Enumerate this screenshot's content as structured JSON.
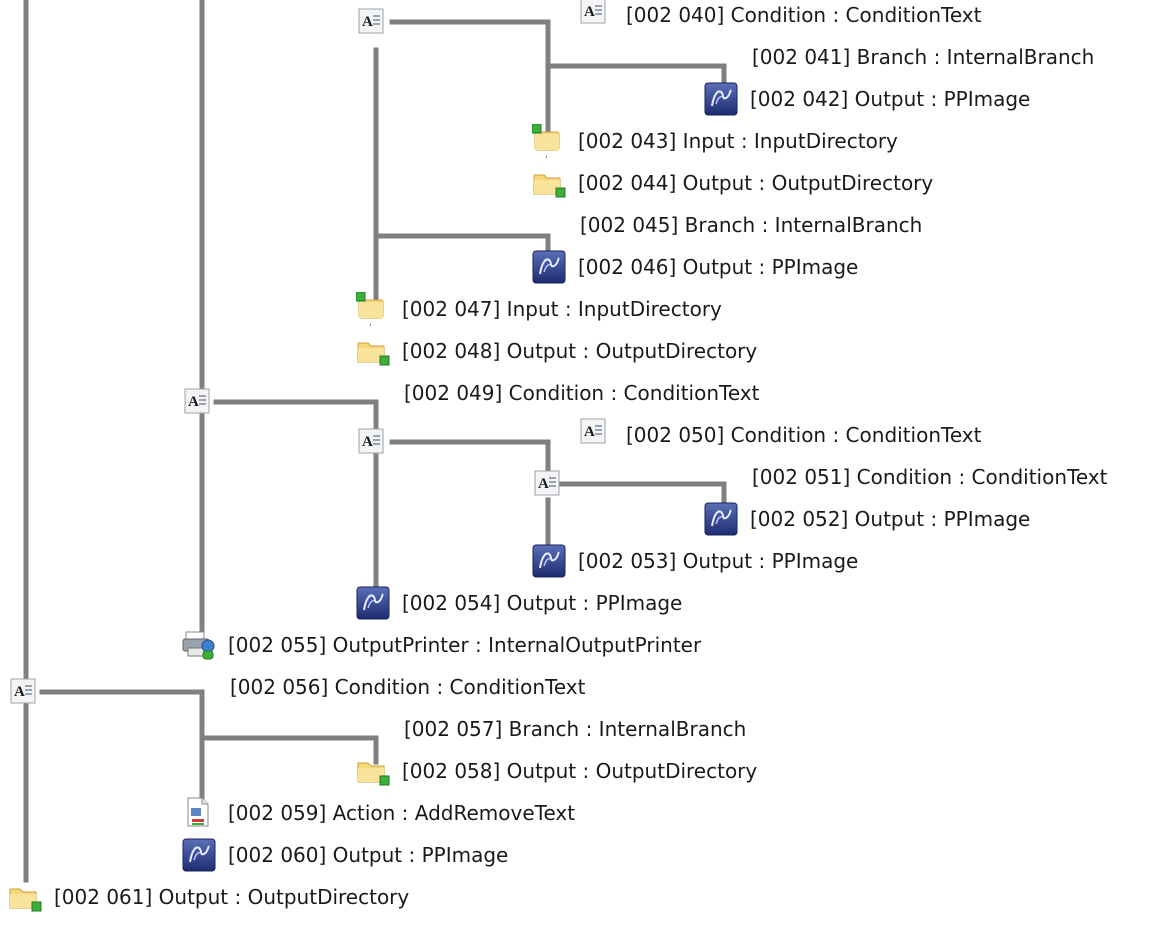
{
  "colors": {
    "connector": "#808080",
    "label": "#1a1a1a"
  },
  "nodes": [
    {
      "id": "n040",
      "icon": "condition-text-icon",
      "label": "[002  040] Condition : ConditionText"
    },
    {
      "id": "n041",
      "icon": "",
      "label": "[002  041] Branch : InternalBranch"
    },
    {
      "id": "n042",
      "icon": "ppimage-output-icon",
      "label": "[002  042] Output : PPImage"
    },
    {
      "id": "n043",
      "icon": "input-directory-icon",
      "label": "[002  043] Input : InputDirectory"
    },
    {
      "id": "n044",
      "icon": "output-directory-icon",
      "label": "[002  044] Output : OutputDirectory"
    },
    {
      "id": "n045",
      "icon": "",
      "label": "[002  045] Branch : InternalBranch"
    },
    {
      "id": "n046",
      "icon": "ppimage-output-icon",
      "label": "[002  046] Output : PPImage"
    },
    {
      "id": "n047",
      "icon": "input-directory-icon",
      "label": "[002  047] Input : InputDirectory"
    },
    {
      "id": "n048",
      "icon": "output-directory-icon",
      "label": "[002  048] Output : OutputDirectory"
    },
    {
      "id": "n049",
      "icon": "",
      "label": "[002  049] Condition : ConditionText"
    },
    {
      "id": "n050",
      "icon": "condition-text-icon",
      "label": "[002  050] Condition : ConditionText"
    },
    {
      "id": "n051",
      "icon": "",
      "label": "[002  051] Condition : ConditionText"
    },
    {
      "id": "n052",
      "icon": "ppimage-output-icon",
      "label": "[002  052] Output : PPImage"
    },
    {
      "id": "n053",
      "icon": "ppimage-output-icon",
      "label": "[002  053] Output : PPImage"
    },
    {
      "id": "n054",
      "icon": "ppimage-output-icon",
      "label": "[002  054] Output : PPImage"
    },
    {
      "id": "n055",
      "icon": "output-printer-icon",
      "label": "[002  055] OutputPrinter : InternalOutputPrinter"
    },
    {
      "id": "n056",
      "icon": "",
      "label": "[002  056] Condition : ConditionText"
    },
    {
      "id": "n057",
      "icon": "",
      "label": "[002  057] Branch : InternalBranch"
    },
    {
      "id": "n058",
      "icon": "output-directory-icon",
      "label": "[002  058] Output : OutputDirectory"
    },
    {
      "id": "n059",
      "icon": "add-remove-text-icon",
      "label": "[002  059] Action : AddRemoveText"
    },
    {
      "id": "n060",
      "icon": "ppimage-output-icon",
      "label": "[002  060] Output : PPImage"
    },
    {
      "id": "n061",
      "icon": "output-directory-icon",
      "label": "[002  061] Output : OutputDirectory"
    }
  ],
  "connector_icons": [
    {
      "id": "c1",
      "icon": "condition-text-icon"
    },
    {
      "id": "c2",
      "icon": "condition-text-icon"
    },
    {
      "id": "c3",
      "icon": "condition-text-icon"
    }
  ]
}
